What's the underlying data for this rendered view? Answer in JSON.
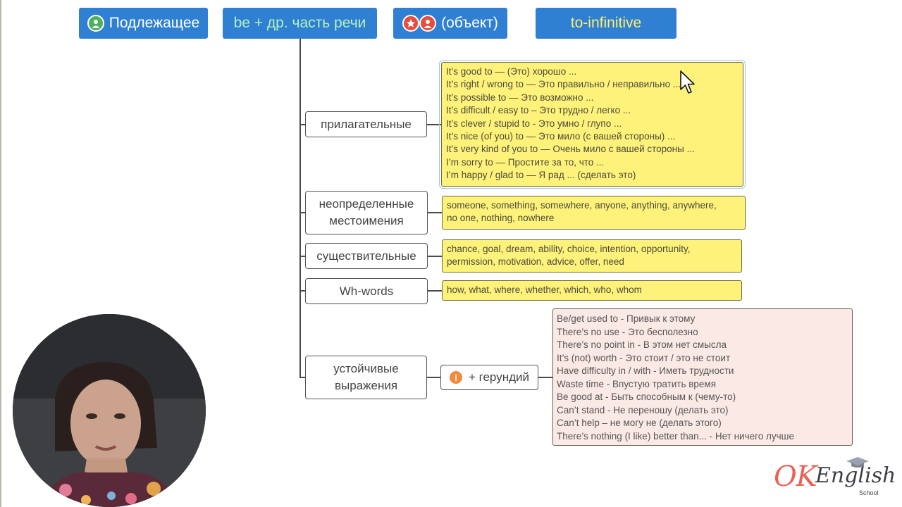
{
  "header": {
    "subject": "Подлежащее",
    "be_part": "be + др. часть речи",
    "object": "(объект)",
    "infinitive": "to-infinitive"
  },
  "categories": {
    "adjectives": "прилагательные",
    "indefinite_pronouns": [
      "неопределенные",
      "местоимения"
    ],
    "nouns": "существительные",
    "wh_words": "Wh-words",
    "set_expressions": [
      "устойчивые",
      "выражения"
    ]
  },
  "adjective_examples": [
    "It’s good to  — (Это) хорошо ...",
    "It’s right / wrong to  — Это правильно / неправильно ...",
    "It’s possible to — Это возможно ...",
    "It’s difficult / easy to – Это трудно / легко ...",
    "It’s clever /  stupid to  - Это умно / глупо ...",
    "It’s nice (of you) to  — Это мило (с вашей стороны) ...",
    "It’s very kind of you to  — Очень мило с вашей стороны ...",
    "I’m sorry to  — Простите за то, что ...",
    "I’m happy / glad to — Я рад ... (сделать это)"
  ],
  "pronoun_examples": [
    "someone, something, somewhere, anyone, anything, anywhere,",
    "no one, nothing, nowhere"
  ],
  "noun_examples": [
    "chance, goal, dream, ability, choice, intention, opportunity,",
    "permission, motivation, advice, offer, need"
  ],
  "wh_examples": "how, what, where, whether, which, who, whom",
  "gerund": {
    "icon": "!",
    "label": "+ герундий"
  },
  "gerund_examples": [
    "Be/get used to  - Привык к этому",
    "There’s no use - Это бесполезно",
    "There’s no point in  - В этом нет смысла",
    "It’s (not) worth - Это стоит / это не стоит",
    "Have difficulty in / with - Иметь трудности",
    "Waste time - Впустую тратить время",
    "Be good at - Быть способным к (чему-то)",
    "Can’t stand - Не переношу (делать это)",
    "Can’t help – не могу не (делать этого)",
    "There’s nothing (I like) better than... -  Нет ничего лучше"
  ],
  "logo": {
    "brand": "OK",
    "word": "English",
    "sub": "School"
  },
  "colors": {
    "pill_blue": "#2f80d3",
    "example_yellow": "#fff27a",
    "example_pink": "#fbe9e6",
    "logo_red": "#e86256"
  }
}
